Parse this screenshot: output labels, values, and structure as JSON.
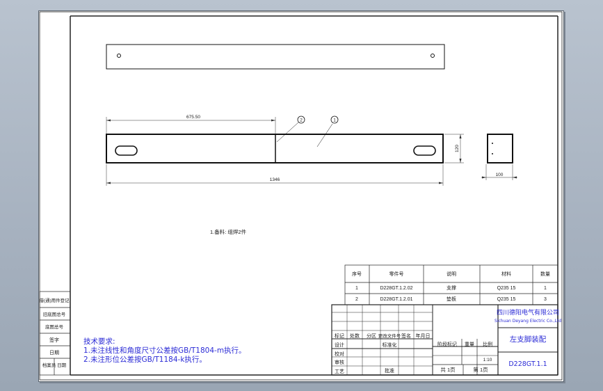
{
  "drawing": {
    "dim_half_length": "675.50",
    "dim_total_length": "1346",
    "dim_height": "120",
    "dim_width": "100",
    "balloons": [
      "2",
      "1"
    ]
  },
  "material_note": "1.备料: 组焊2件",
  "tech_requirements": {
    "title": "技术要求:",
    "lines": [
      "1.未注线性和角度尺寸公差按GB/T1804-m执行。",
      "2.未注形位公差按GB/T1184-k执行。"
    ]
  },
  "side_stamps": [
    "借(通)用件登记",
    "旧底图总号",
    "底图总号",
    "签字",
    "日期",
    "档案员  日期"
  ],
  "bom": {
    "headers": [
      "序号",
      "零件号",
      "说明",
      "材料",
      "数量"
    ],
    "rows": [
      {
        "no": "1",
        "part": "D228GT.1.2.02",
        "desc": "支撑",
        "material": "Q235 15",
        "qty": "1"
      },
      {
        "no": "2",
        "part": "D228GT.1.2.01",
        "desc": "垫板",
        "material": "Q235 15",
        "qty": "3"
      }
    ]
  },
  "title_block": {
    "company_cn": "四川德阳电气有限公司",
    "company_en": "Sichuan Deyang Electric Co.,Ltd",
    "drawing_name": "左支脚装配",
    "drawing_number": "D228GT.1.1",
    "rev_headers": [
      "标记",
      "处数",
      "分区",
      "更改文件号",
      "签名",
      "年月日"
    ],
    "sign_rows": [
      "设计",
      "标准化",
      "校对",
      "审核",
      "工艺",
      "批准"
    ],
    "stage_label": "阶段标记",
    "weight_label": "重量",
    "scale_label": "比例",
    "scale_value": "1:10",
    "sheet_total": "共 1页",
    "sheet_current": "第 1页"
  }
}
